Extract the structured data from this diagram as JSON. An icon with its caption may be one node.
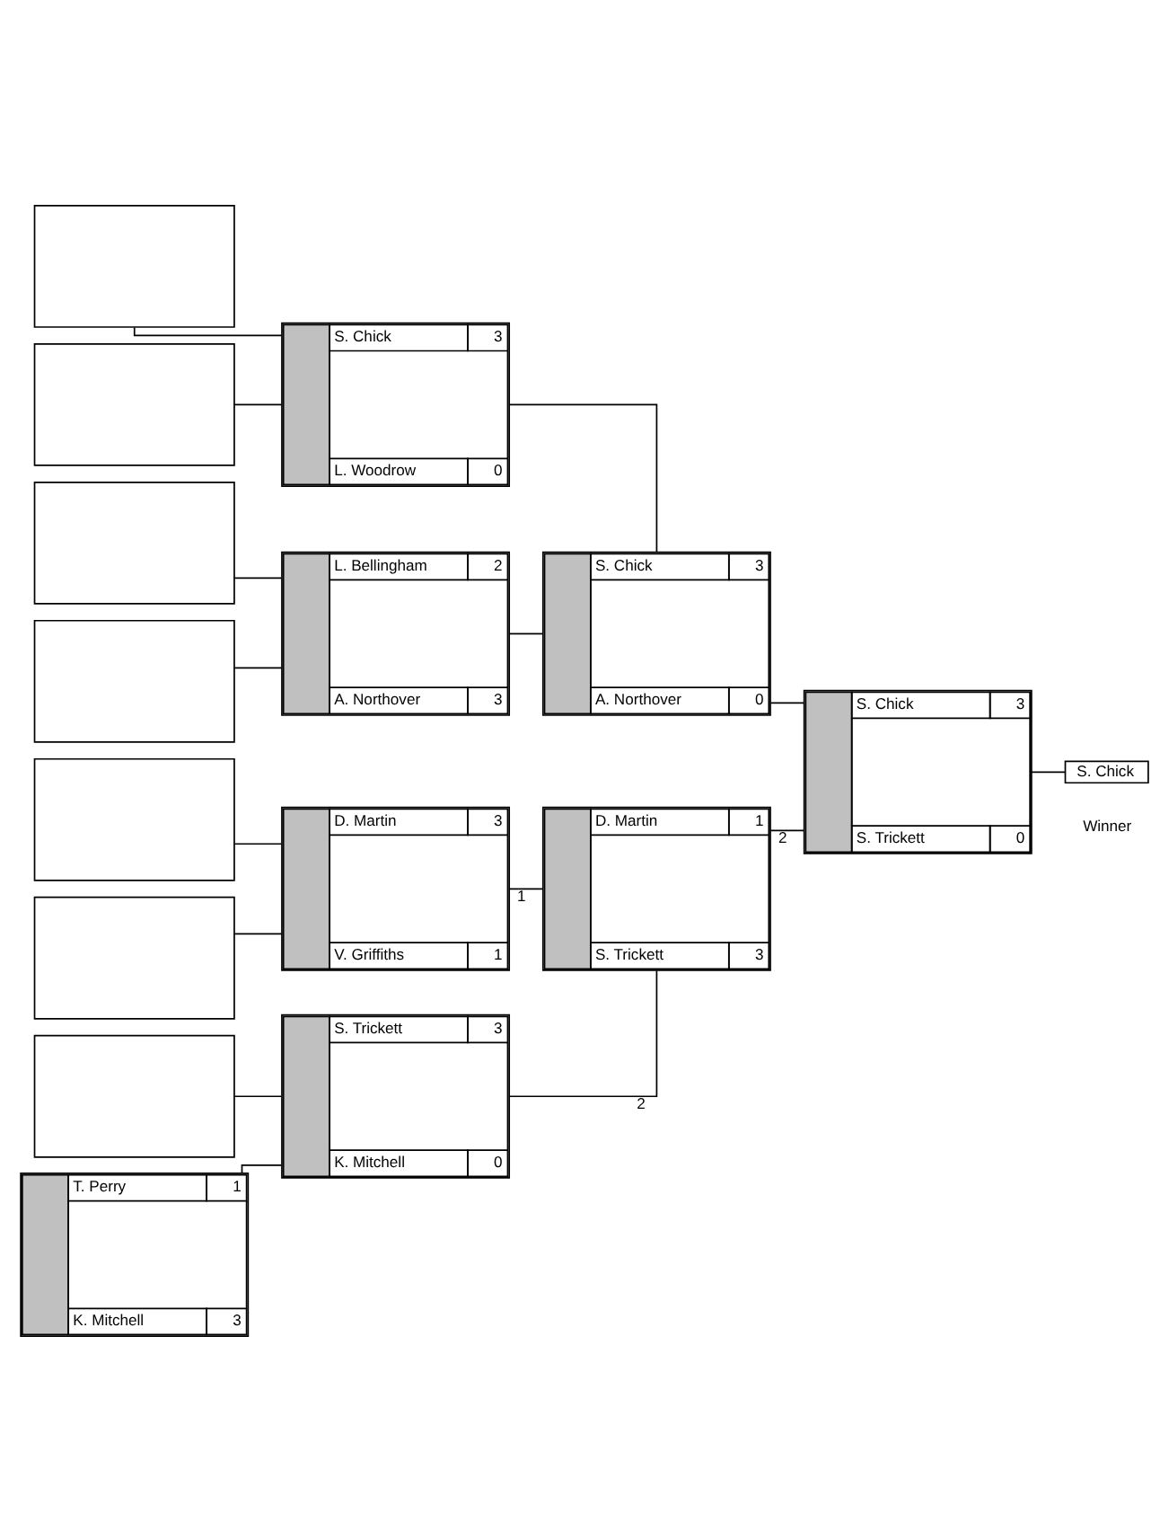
{
  "diagram": {
    "nodes": [
      {
        "text": [],
        "shape": "box"
      },
      {
        "text": [],
        "shape": "box"
      },
      {
        "text": [],
        "shape": "box"
      },
      {
        "text": [],
        "shape": "box"
      },
      {
        "text": [],
        "shape": "box"
      },
      {
        "text": [],
        "shape": "box"
      },
      {
        "text": [],
        "shape": "box"
      },
      {
        "text": [
          "T. Perry",
          "1",
          "K. Mitchell",
          "3"
        ]
      },
      {
        "text": [
          "S. Chick",
          "3",
          "L. Woodrow",
          "0"
        ]
      },
      {
        "text": [
          "L. Bellingham",
          "2",
          "A. Northover",
          "3"
        ]
      },
      {
        "text": [
          "D. Martin",
          "3",
          "V. Griffiths",
          "1"
        ]
      },
      {
        "text": [
          "S. Trickett",
          "3",
          "K. Mitchell",
          "0"
        ]
      },
      {
        "text": [
          "S. Chick",
          "3",
          "A. Northover",
          "0"
        ]
      },
      {
        "text": [
          "D. Martin",
          "1",
          "S. Trickett",
          "3"
        ]
      },
      {
        "text": [
          "S. Chick",
          "3",
          "S. Trickett",
          "0"
        ]
      },
      {
        "text": [
          "S. Chick"
        ],
        "beside": [
          "Winner"
        ]
      }
    ],
    "edges": [
      {
        "from": 0,
        "to": 8,
        "arrow": "none"
      },
      {
        "from": 1,
        "to": 8,
        "arrow": "none"
      },
      {
        "from": 2,
        "to": 9,
        "arrow": "none"
      },
      {
        "from": 3,
        "to": 9,
        "arrow": "none"
      },
      {
        "from": 4,
        "to": 10,
        "arrow": "none"
      },
      {
        "from": 5,
        "to": 10,
        "arrow": "none"
      },
      {
        "from": 6,
        "to": 11,
        "arrow": "none"
      },
      {
        "from": 7,
        "to": 11,
        "arrow": "none"
      },
      {
        "from": 8,
        "to": 12,
        "arrow": "none"
      },
      {
        "from": 9,
        "to": 12,
        "arrow": "none"
      },
      {
        "from": 10,
        "to": 13,
        "label": "1",
        "arrow": "none"
      },
      {
        "from": 11,
        "to": 13,
        "label": "2",
        "arrow": "none"
      },
      {
        "from": 12,
        "to": 14,
        "arrow": "none"
      },
      {
        "from": 13,
        "to": 14,
        "label": "2",
        "arrow": "none"
      },
      {
        "from": 14,
        "to": 15,
        "arrow": "none"
      }
    ]
  }
}
